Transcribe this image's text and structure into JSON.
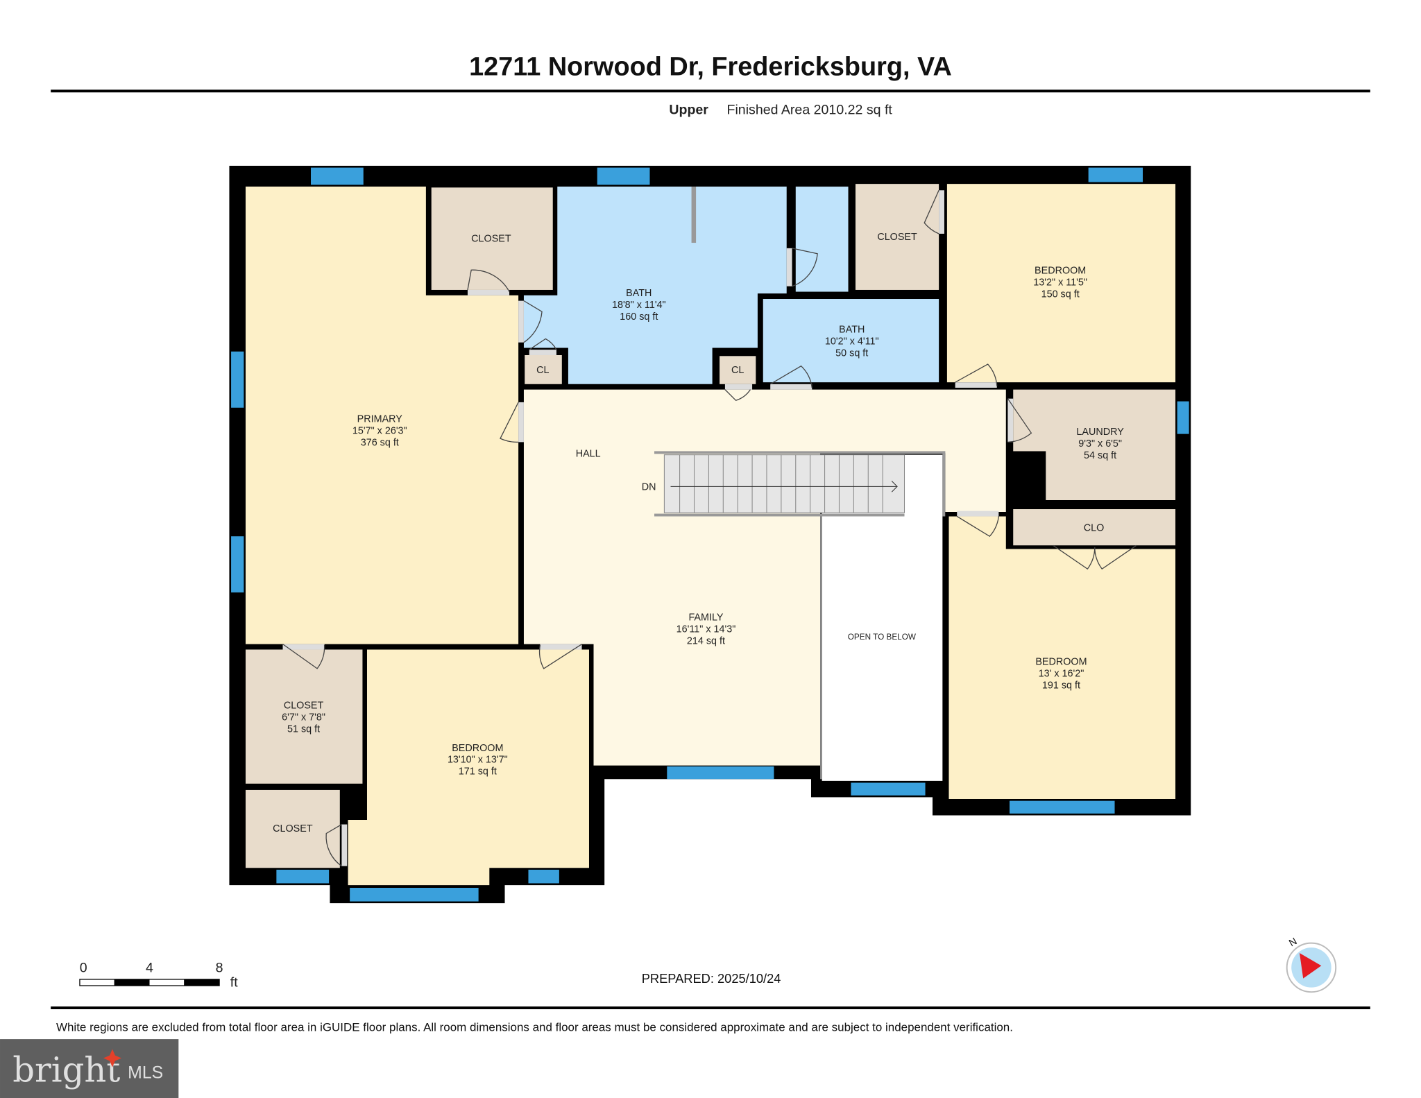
{
  "header": {
    "address": "12711 Norwood Dr, Fredericksburg, VA",
    "level": "Upper",
    "finished_area": "Finished Area 2010.22 sq ft"
  },
  "rooms": {
    "primary": {
      "name": "PRIMARY",
      "dims": "15'7\" x 26'3\"",
      "area": "376 sq ft"
    },
    "closet_top": {
      "name": "CLOSET"
    },
    "bath_main": {
      "name": "BATH",
      "dims": "18'8\" x 11'4\"",
      "area": "160 sq ft"
    },
    "closet_top_right": {
      "name": "CLOSET"
    },
    "bedroom_ne": {
      "name": "BEDROOM",
      "dims": "13'2\" x 11'5\"",
      "area": "150 sq ft"
    },
    "bath_small": {
      "name": "BATH",
      "dims": "10'2\" x 4'11\"",
      "area": "50 sq ft"
    },
    "cl_left": {
      "name": "CL"
    },
    "cl_right": {
      "name": "CL"
    },
    "laundry": {
      "name": "LAUNDRY",
      "dims": "9'3\" x 6'5\"",
      "area": "54 sq ft"
    },
    "hall": {
      "name": "HALL"
    },
    "stairs": {
      "name": "DN"
    },
    "clo": {
      "name": "CLO"
    },
    "family": {
      "name": "FAMILY",
      "dims": "16'11\" x 14'3\"",
      "area": "214 sq ft"
    },
    "open_to_below": {
      "name": "OPEN TO BELOW"
    },
    "bedroom_se": {
      "name": "BEDROOM",
      "dims": "13' x 16'2\"",
      "area": "191 sq ft"
    },
    "closet_sw": {
      "name": "CLOSET",
      "dims": "6'7\" x 7'8\"",
      "area": "51 sq ft"
    },
    "closet_sw2": {
      "name": "CLOSET"
    },
    "bedroom_s": {
      "name": "BEDROOM",
      "dims": "13'10\" x 13'7\"",
      "area": "171 sq ft"
    }
  },
  "scale": {
    "ticks": [
      "0",
      "4",
      "8"
    ],
    "unit": "ft"
  },
  "prepared": "PREPARED: 2025/10/24",
  "compass": {
    "label": "N"
  },
  "disclaimer": "White regions are excluded from total floor area in iGUIDE floor plans. All room dimensions and floor areas must be considered approximate and are subject to independent verification.",
  "watermark": {
    "text": "bright MLS"
  },
  "colors": {
    "bedroom": "#fdf0c8",
    "closet": "#e8dccb",
    "bath": "#bfe3fb",
    "hall": "#fef8e4",
    "window": "#3aa0dc",
    "wall": "#000000"
  }
}
